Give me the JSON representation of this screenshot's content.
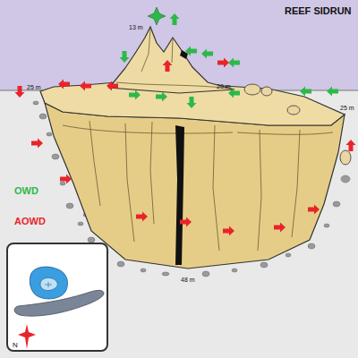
{
  "diagram": {
    "title": "REEF SIDRUN",
    "labels": [
      "13 m",
      "20 m",
      "25 m",
      "25 m",
      "48 m",
      "N"
    ],
    "legend": [
      {
        "text": "OWD",
        "color": "#2db84a"
      },
      {
        "text": "AOWD",
        "color": "#e8242b"
      }
    ]
  }
}
